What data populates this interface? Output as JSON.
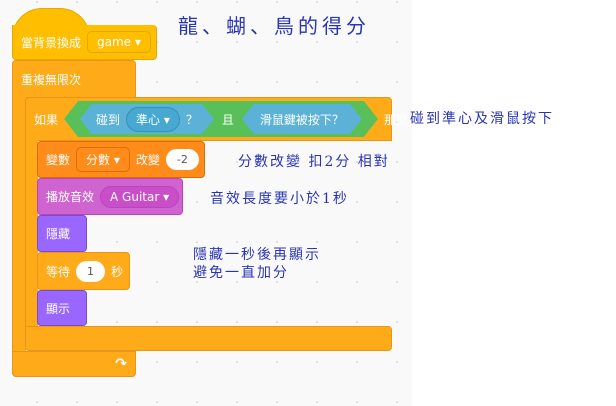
{
  "title": "龍、蝴、鳥的得分",
  "blocks": {
    "hat": {
      "label": "當背景換成",
      "value": "game"
    },
    "forever": {
      "label": "重複無限次"
    },
    "if": {
      "label": "如果",
      "then": "那麼",
      "touch": "碰到",
      "target": "準心",
      "q": "？",
      "and": "且",
      "mouse": "滑鼠鍵被按下？"
    },
    "change": {
      "label": "變數",
      "var": "分數",
      "op": "改變",
      "value": "-2"
    },
    "sound": {
      "label": "播放音效",
      "value": "A Guitar"
    },
    "hide": {
      "label": "隱藏"
    },
    "wait": {
      "label": "等待",
      "value": "1",
      "unit": "秒"
    },
    "show": {
      "label": "顯示"
    }
  },
  "notes": {
    "n1": "碰到準心及滑鼠按下",
    "n2": "分數改變  扣2分  相對",
    "n3": "音效長度要小於1秒",
    "n4a": "隱藏一秒後再顯示",
    "n4b": "避免一直加分"
  }
}
